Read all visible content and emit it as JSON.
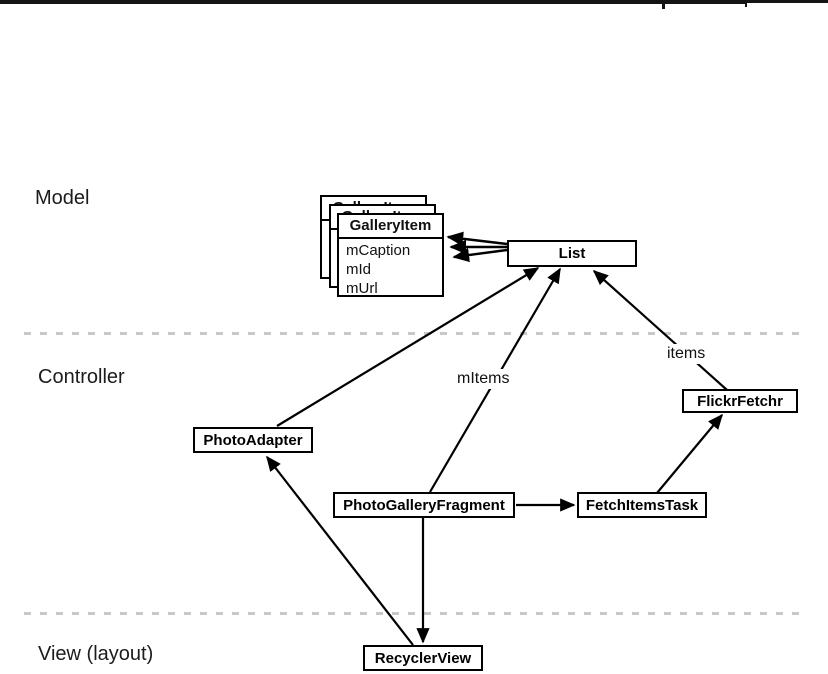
{
  "sections": {
    "model": "Model",
    "controller": "Controller",
    "view": "View (layout)"
  },
  "nodes": {
    "gallery_item": {
      "title": "GalleryItem",
      "fields": [
        "mCaption",
        "mId",
        "mUrl"
      ]
    },
    "list": {
      "title": "List"
    },
    "photo_adapter": {
      "title": "PhotoAdapter"
    },
    "photo_gallery_fragment": {
      "title": "PhotoGalleryFragment"
    },
    "fetch_items_task": {
      "title": "FetchItemsTask"
    },
    "flickr_fetchr": {
      "title": "FlickrFetchr"
    },
    "recycler_view": {
      "title": "RecyclerView"
    }
  },
  "edge_labels": {
    "m_items": "mItems",
    "items": "items"
  },
  "colors": {
    "line": "#000000",
    "divider_dash": "#c8c8c8",
    "background": "#ffffff",
    "top_rule": "#141414"
  }
}
